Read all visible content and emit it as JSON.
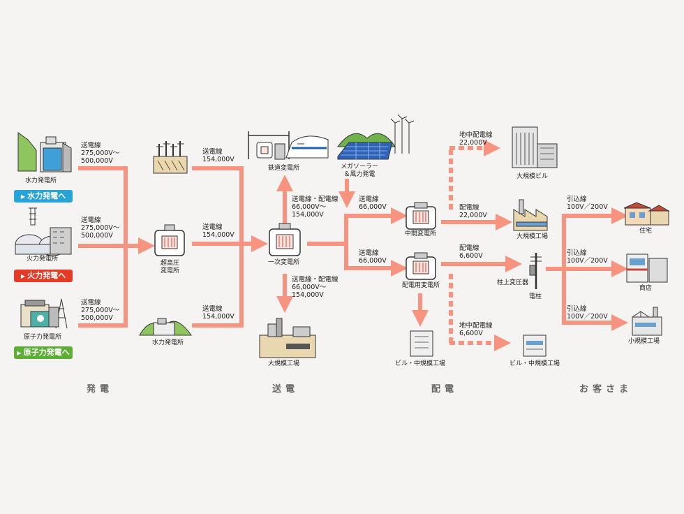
{
  "colors": {
    "arrow": "#f7937e",
    "hydro_btn": "#27a3d8",
    "thermal_btn": "#e53a25",
    "nuclear_btn": "#5cae35",
    "background": "#f5f4f2"
  },
  "generation": {
    "hydro": {
      "caption": "水力発電所",
      "button": "水力発電へ",
      "line_label": "送電線\n275,000V～\n500,000V"
    },
    "thermal": {
      "caption": "火力発電所",
      "button": "火力発電へ",
      "line_label": "送電線\n275,000V～\n500,000V"
    },
    "nuclear": {
      "caption": "原子力発電所",
      "button": "原子力発電へ",
      "line_label": "送電線\n275,000V～\n500,000V"
    }
  },
  "transmission": {
    "substation_plant": {
      "line_label": "送電線\n154,000V"
    },
    "ultra_high_substation": {
      "caption": "超高圧\n変電所",
      "line_label": "送電線\n154,000V"
    },
    "hydro_plant_small": {
      "caption": "水力発電所",
      "line_label": "送電線\n154,000V"
    },
    "primary_substation": {
      "caption": "一次変電所"
    },
    "railway_substation": {
      "caption": "鉄道変電所"
    },
    "up_line_label": "送電線・配電線\n66,000V～\n154,000V",
    "down_line_label": "送電線・配電線\n66,000V～\n154,000V",
    "large_factory": {
      "caption": "大規模工場"
    },
    "mega_solar": {
      "caption": "メガソーラー\n＆風力発電"
    }
  },
  "distribution": {
    "intermediate_substation": {
      "caption": "中間変電所",
      "in_label": "送電線\n66,000V"
    },
    "distribution_substation": {
      "caption": "配電用変電所",
      "in_label": "送電線\n66,000V"
    },
    "underground_upper": {
      "label": "地中配電線\n22,000V"
    },
    "overhead_22k": {
      "label": "配電線\n22,000V"
    },
    "overhead_6600": {
      "label": "配電線\n6,600V"
    },
    "underground_lower": {
      "label": "地中配電線\n6,600V"
    },
    "pole_transformer": "柱上変圧器",
    "utility_pole": "電柱",
    "building_mid_left": "ビル・中規模工場",
    "building_mid_right": "ビル・中規模工場"
  },
  "customers": {
    "large_building": "大規模ビル",
    "large_factory": "大規模工場",
    "house": {
      "caption": "住宅",
      "line_label": "引込線\n100V／200V"
    },
    "shop": {
      "caption": "商店",
      "line_label": "引込線\n100V／200V"
    },
    "small_factory": {
      "caption": "小規模工場",
      "line_label": "引込線\n100V／200V"
    }
  },
  "sections": [
    "発電",
    "送電",
    "配電",
    "お客さま"
  ]
}
